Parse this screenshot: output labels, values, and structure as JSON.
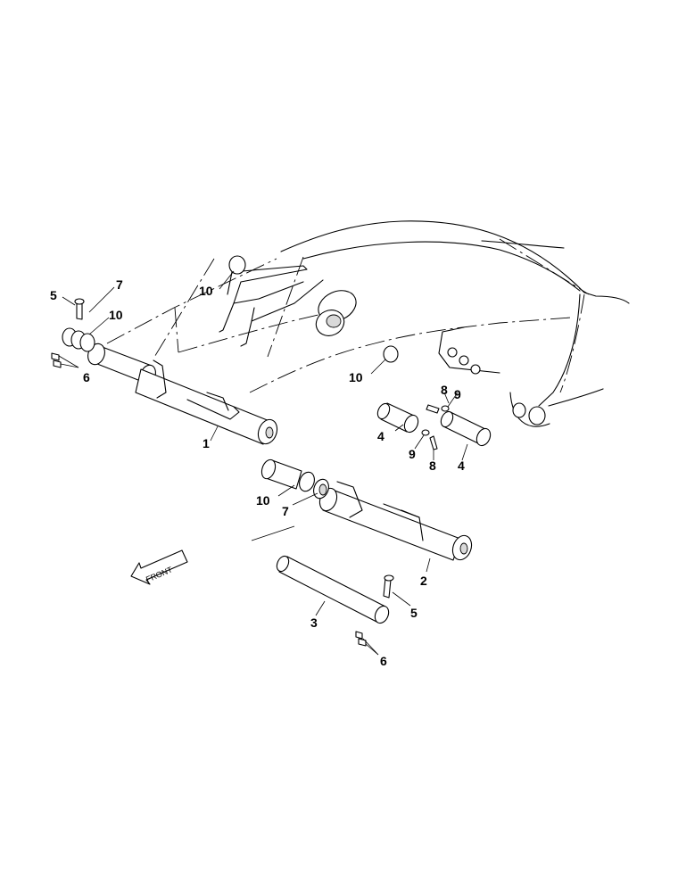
{
  "diagram": {
    "callouts": [
      {
        "id": "c1",
        "text": "1"
      },
      {
        "id": "c2",
        "text": "2"
      },
      {
        "id": "c3",
        "text": "3"
      },
      {
        "id": "c4a",
        "text": "4"
      },
      {
        "id": "c4b",
        "text": "4"
      },
      {
        "id": "c5a",
        "text": "5"
      },
      {
        "id": "c5b",
        "text": "5"
      },
      {
        "id": "c6a",
        "text": "6"
      },
      {
        "id": "c6b",
        "text": "6"
      },
      {
        "id": "c7a",
        "text": "7"
      },
      {
        "id": "c7b",
        "text": "7"
      },
      {
        "id": "c8a",
        "text": "8"
      },
      {
        "id": "c8b",
        "text": "8"
      },
      {
        "id": "c9a",
        "text": "9"
      },
      {
        "id": "c9b",
        "text": "9"
      },
      {
        "id": "c10a",
        "text": "10"
      },
      {
        "id": "c10b",
        "text": "10"
      },
      {
        "id": "c10c",
        "text": "10"
      },
      {
        "id": "c10d",
        "text": "10"
      }
    ],
    "front_arrow": {
      "text": "FRONT"
    }
  }
}
